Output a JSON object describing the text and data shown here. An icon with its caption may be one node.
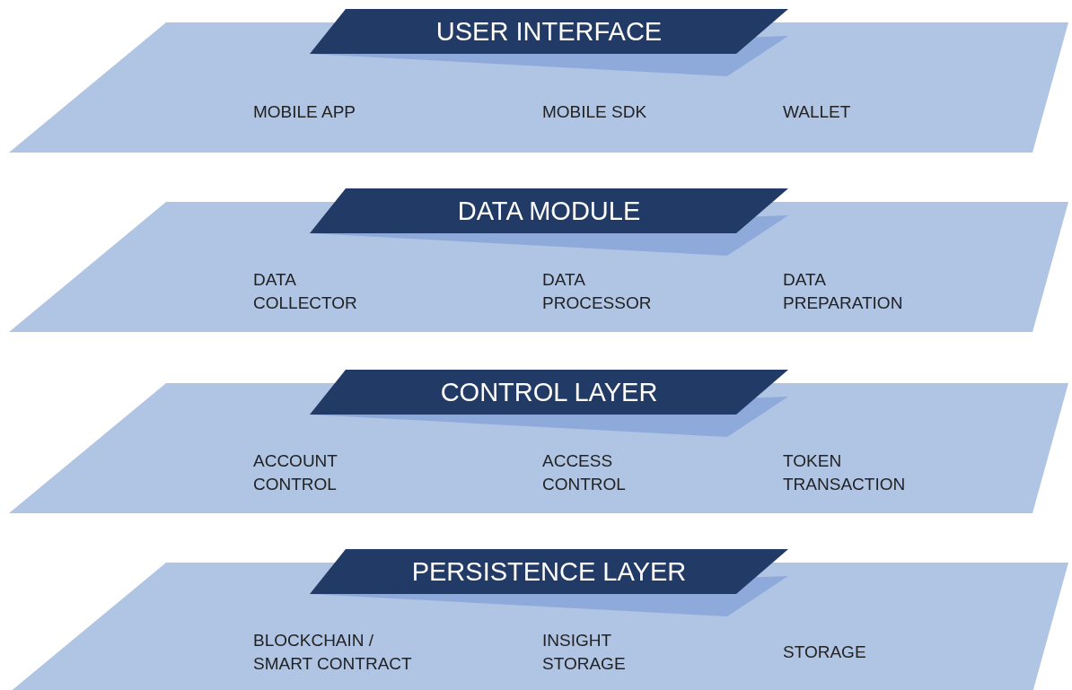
{
  "diagram": {
    "nodes": [
      {
        "text": [
          "USER INTERFACE",
          "MOBILE APP",
          "MOBILE SDK",
          "WALLET"
        ]
      },
      {
        "text": [
          "DATA MODULE",
          "DATA COLLECTOR",
          "DATA PROCESSOR",
          "DATA PREPARATION"
        ]
      },
      {
        "text": [
          "CONTROL LAYER",
          "ACCOUNT CONTROL",
          "ACCESS CONTROL",
          "TOKEN TRANSACTION"
        ]
      },
      {
        "text": [
          "PERSISTENCE LAYER",
          "BLOCKCHAIN / SMART CONTRACT",
          "INSIGHT STORAGE",
          "STORAGE"
        ]
      }
    ]
  }
}
